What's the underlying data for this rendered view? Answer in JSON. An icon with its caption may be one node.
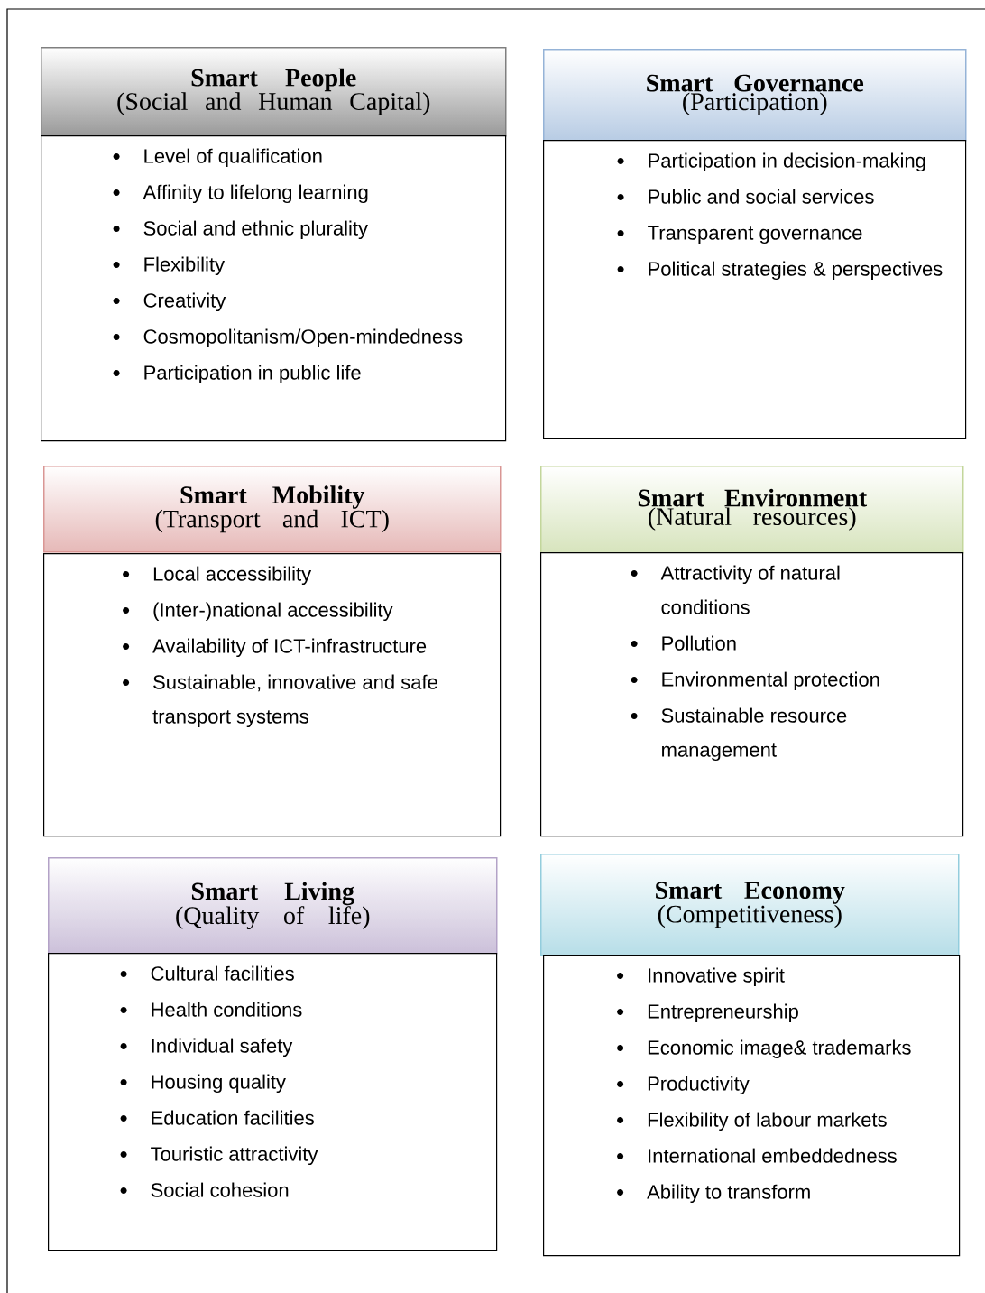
{
  "diagram": {
    "nodes": [
      {
        "text": [
          "Smart People",
          "(Social and Human Capital)"
        ]
      },
      {
        "text": [
          "Level of qualification",
          "Affinity to lifelong learning",
          "Social and ethnic plurality",
          "Flexibility",
          "Creativity",
          "Cosmopolitanism/Open-mindedness",
          "Participation in public life"
        ]
      },
      {
        "text": [
          "Smart Governance",
          "(Participation)"
        ]
      },
      {
        "text": [
          "Participation in decision-making",
          "Public and social services",
          "Transparent governance",
          "Political strategies & perspectives"
        ]
      },
      {
        "text": [
          "Smart Mobility",
          "(Transport and ICT)"
        ]
      },
      {
        "text": [
          "Local accessibility",
          "(Inter-)national accessibility",
          "Availability of ICT-infrastructure",
          "Sustainable, innovative and safe transport systems"
        ]
      },
      {
        "text": [
          "Smart Environment",
          "(Natural resources)"
        ]
      },
      {
        "text": [
          "Attractivity of natural conditions",
          "Pollution",
          "Environmental protection",
          "Sustainable resource management"
        ]
      },
      {
        "text": [
          "Smart Living",
          "(Quality of life)"
        ]
      },
      {
        "text": [
          "Cultural facilities",
          "Health conditions",
          "Individual safety",
          "Housing quality",
          "Education facilities",
          "Touristic attractivity",
          "Social cohesion"
        ]
      },
      {
        "text": [
          "Smart Economy",
          "(Competitiveness)"
        ]
      },
      {
        "text": [
          "Innovative spirit",
          "Entrepreneurship",
          "Economic image& trademarks",
          "Productivity",
          "Flexibility of labour markets",
          "International embeddedness",
          "Ability to transform"
        ]
      }
    ]
  }
}
